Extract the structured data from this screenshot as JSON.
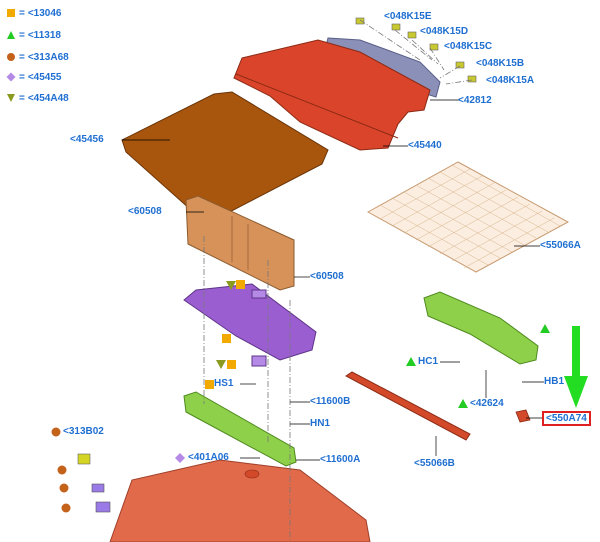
{
  "colors": {
    "callout_text": "#1f6fd1",
    "highlight_border": "#e02020",
    "arrow_green": "#22dd22",
    "shelf_red": "#d9442a",
    "cover_grey": "#8b90b8",
    "mat_brown": "#a8560e",
    "panel_tan": "#d7925a",
    "bracket_purple": "#9a5ed0",
    "beam_green": "#8fd04a",
    "bar_red": "#d24a2a",
    "net_tan": "#e6c7a6",
    "floor_red": "#e06a4a"
  },
  "legend": [
    {
      "shape": "square",
      "color": "#f2a900",
      "symbol_name": "square-icon",
      "code": "<13046"
    },
    {
      "shape": "triangle-up",
      "color": "#22cc22",
      "symbol_name": "triangle-up-icon",
      "code": "<11318"
    },
    {
      "shape": "circle",
      "color": "#c4621b",
      "symbol_name": "circle-icon",
      "code": "<313A68"
    },
    {
      "shape": "diamond",
      "color": "#b48ae6",
      "symbol_name": "diamond-icon",
      "code": "<45455"
    },
    {
      "shape": "triangle-down",
      "color": "#8a9a1e",
      "symbol_name": "triangle-down-icon",
      "code": "<454A48"
    }
  ],
  "callouts": {
    "c048K15E": "<048K15E",
    "c048K15D": "<048K15D",
    "c048K15C": "<048K15C",
    "c048K15B": "<048K15B",
    "c048K15A": "<048K15A",
    "c42812": "<42812",
    "c45456": "<45456",
    "c45440": "<45440",
    "c60508a": "<60508",
    "c60508b": "<60508",
    "c55066A": "<55066A",
    "cHC1": "HC1",
    "c42624": "<42624",
    "cHB1": "HB1",
    "c550A74": "<550A74",
    "cHS1": "HS1",
    "c11600B": "<11600B",
    "cHN1": "HN1",
    "c313B02": "<313B02",
    "c401A06": "<401A06",
    "c11600A": "<11600A",
    "c55066B": "<55066B"
  }
}
